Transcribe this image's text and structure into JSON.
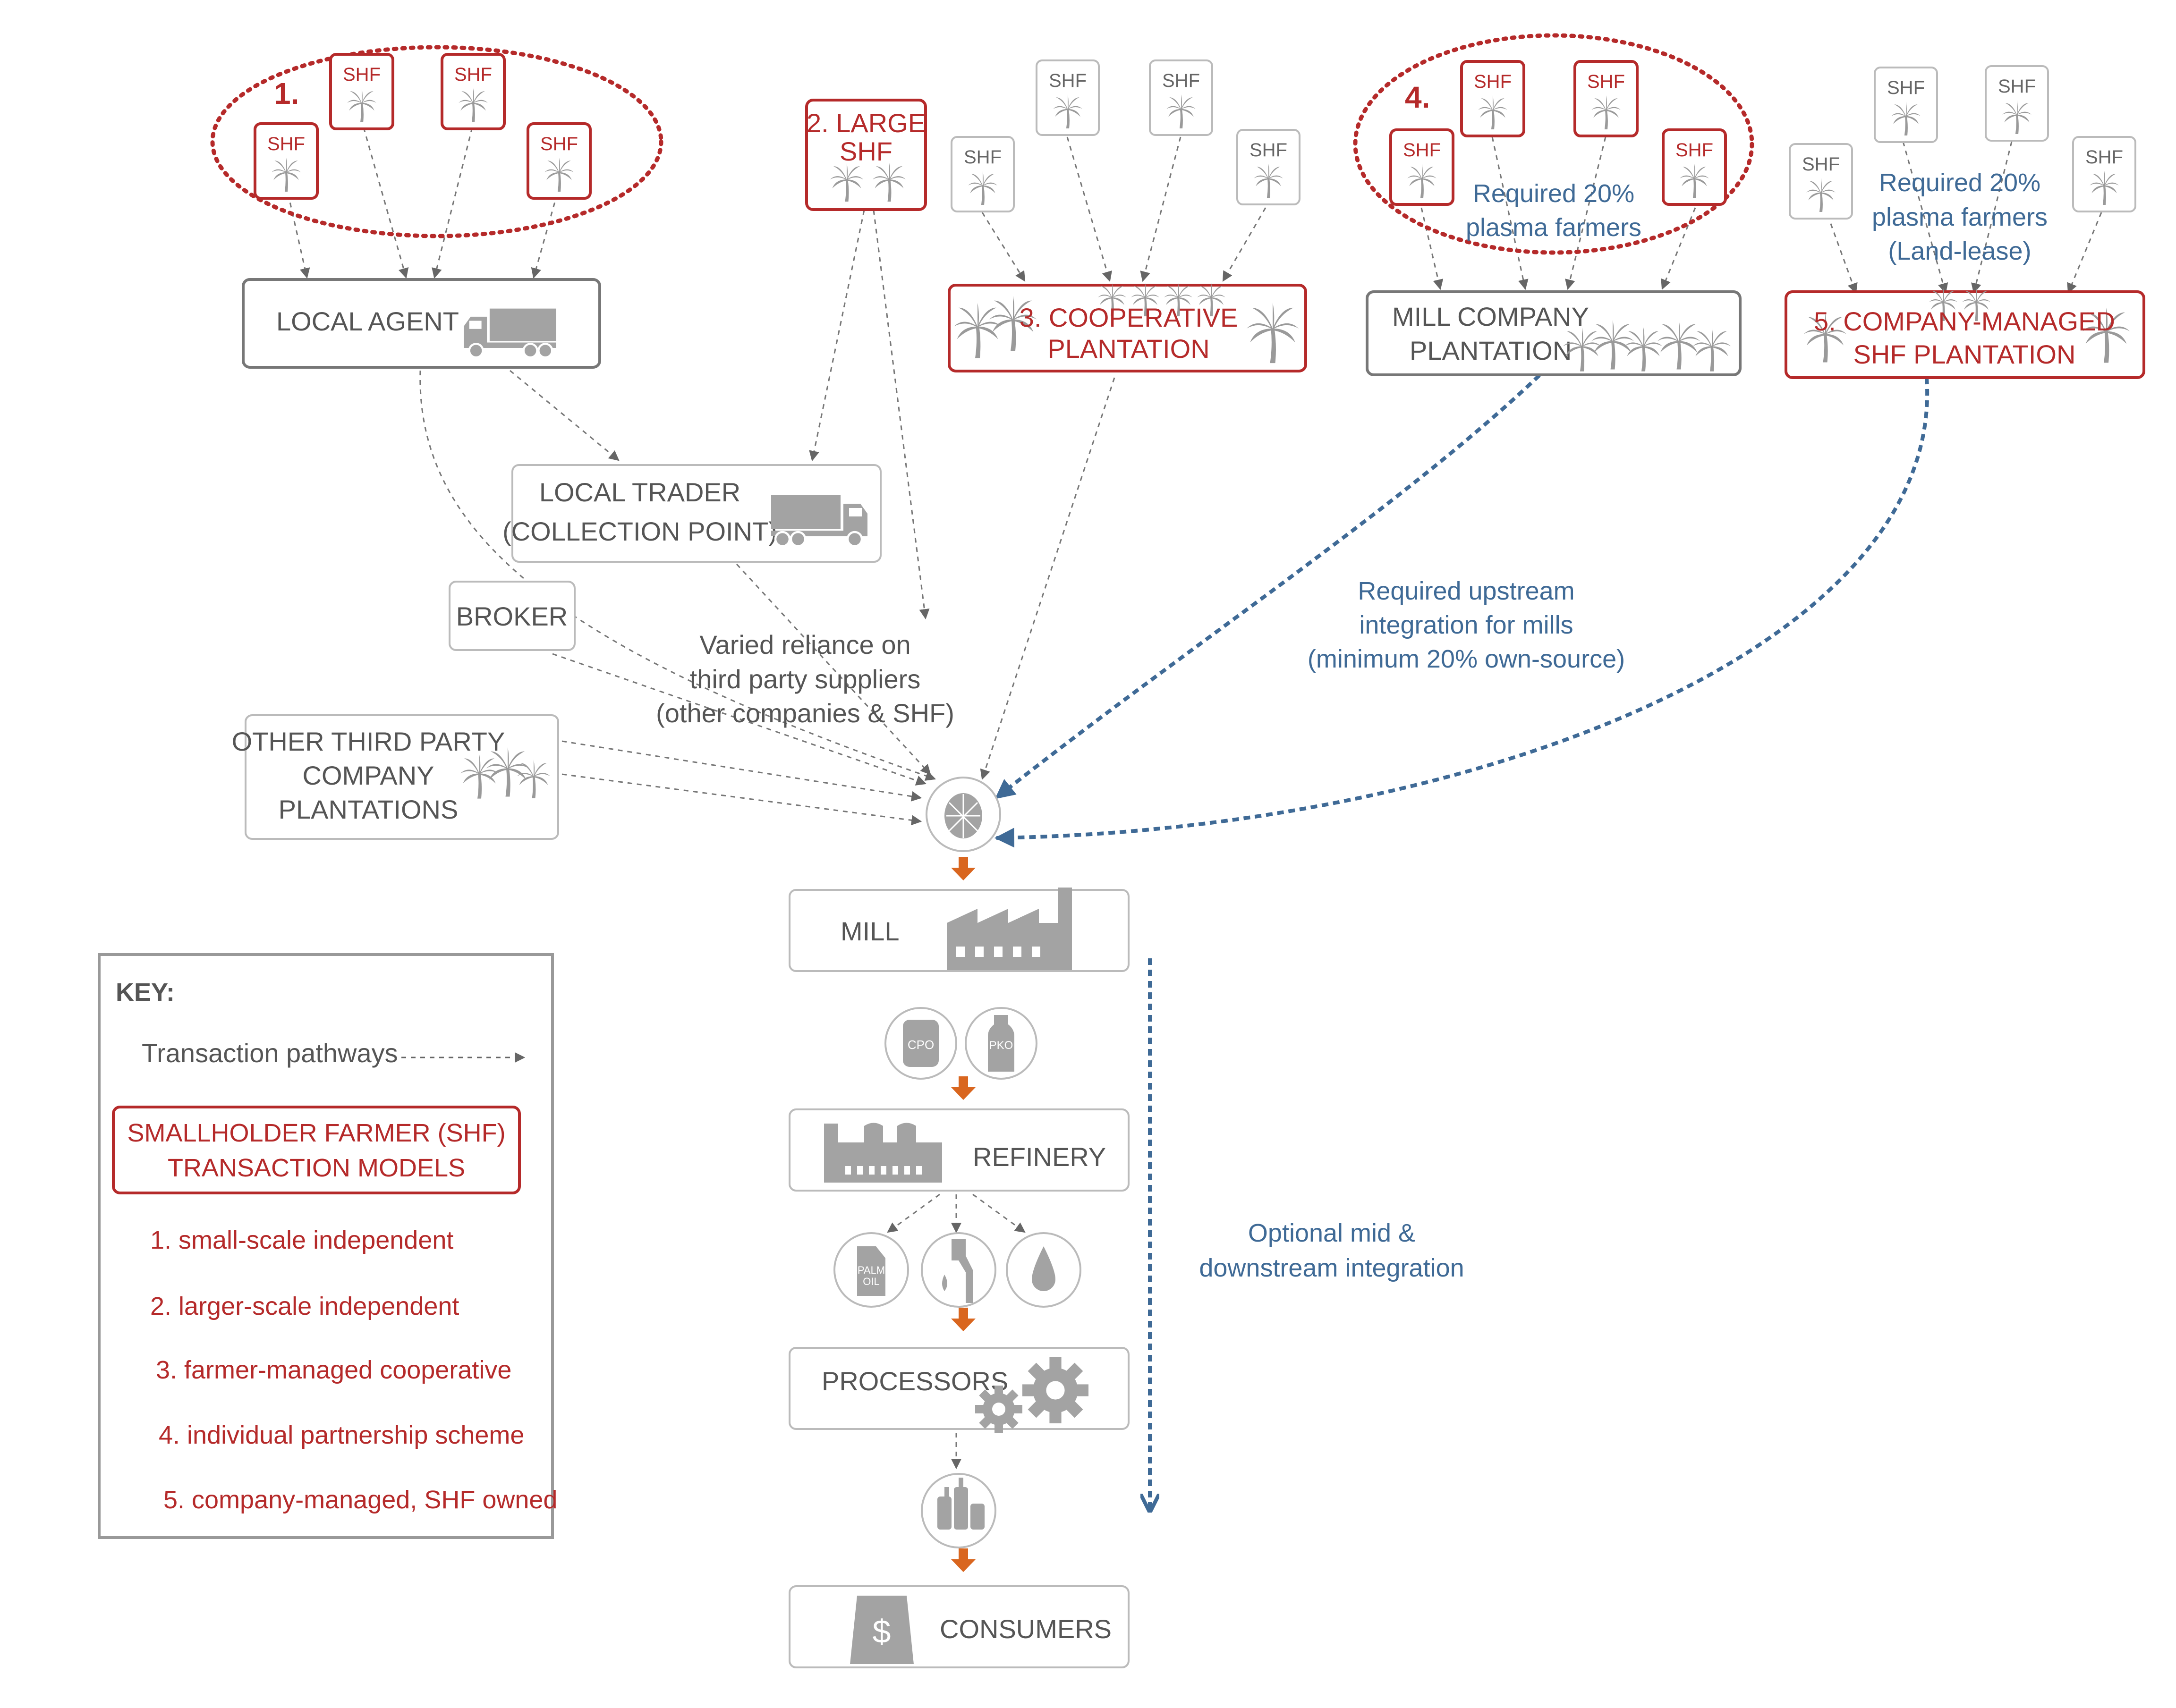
{
  "colors": {
    "smallholder_red": "#b52a2a",
    "neutral_grey": "#7a7a7a",
    "integration_blue": "#3f6a96",
    "flow_orange": "#d9661f"
  },
  "shf_label": "SHF",
  "model1": {
    "number": "1.",
    "shf_count": 4
  },
  "model2": {
    "line1": "2. LARGE",
    "line2": "SHF"
  },
  "model3": {
    "line1": "3. COOPERATIVE",
    "line2": "PLANTATION",
    "shf_count": 4
  },
  "model4": {
    "number": "4.",
    "note_line1": "Required 20%",
    "note_line2": "plasma farmers",
    "shf_count": 4
  },
  "mill_company": {
    "line1": "MILL COMPANY",
    "line2": "PLANTATION"
  },
  "model5": {
    "line1": "5. COMPANY-MANAGED",
    "line2": "SHF PLANTATION",
    "note_line1": "Required 20%",
    "note_line2": "plasma farmers",
    "note_line3": "(Land-lease)",
    "shf_count": 4
  },
  "local_agent": "LOCAL AGENT",
  "local_trader": {
    "line1": "LOCAL TRADER",
    "line2": "(COLLECTION POINT)"
  },
  "broker": "BROKER",
  "other_plantations": {
    "line1": "OTHER THIRD PARTY",
    "line2": "COMPANY",
    "line3": "PLANTATIONS"
  },
  "varied_reliance": {
    "line1": "Varied reliance on",
    "line2": "third party suppliers",
    "line3": "(other companies & SHF)"
  },
  "upstream_note": {
    "line1": "Required upstream",
    "line2": "integration for mills",
    "line3": "(minimum 20% own-source)"
  },
  "midstream_note": {
    "line1": "Optional mid &",
    "line2": "downstream integration"
  },
  "chain": {
    "mill": "MILL",
    "cpo": "CPO",
    "pko": "PKO",
    "refinery": "REFINERY",
    "palm_oil_line1": "PALM",
    "palm_oil_line2": "OIL",
    "processors": "PROCESSORS",
    "consumers": "CONSUMERS",
    "dollar": "$"
  },
  "key": {
    "title": "KEY:",
    "pathways": "Transaction pathways",
    "models_line1": "SMALLHOLDER FARMER (SHF)",
    "models_line2": "TRANSACTION MODELS",
    "items": [
      "1. small-scale independent",
      "2. larger-scale independent",
      "3. farmer-managed cooperative",
      "4. individual partnership scheme",
      "5. company-managed, SHF owned"
    ]
  }
}
